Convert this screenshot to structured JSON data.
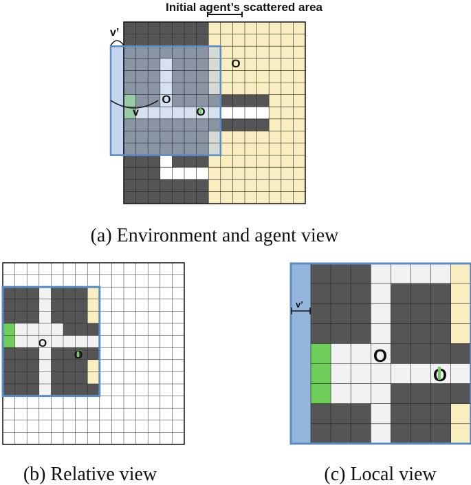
{
  "colors": {
    "wall": "#555555",
    "free": "#ffffff",
    "free_light": "#f2f2f2",
    "scatter": "#f8eec0",
    "agent": "#6fcd5a",
    "view_fill": "#b7cbe6",
    "view_border": "#5b8bc4",
    "vprime_strip": "#94b6dc",
    "grid_line": "#222222"
  },
  "panel_a": {
    "top_label": "Initial agent’s scattered area",
    "v_label": "v",
    "vprime_label": "v’",
    "object_glyph": "O",
    "caption": "(a) Environment and agent view"
  },
  "panel_b": {
    "object_glyph": "O",
    "caption": "(b) Relative view"
  },
  "panel_c": {
    "object_glyph": "O",
    "vprime_label": "v’",
    "caption": "(c) Local view"
  }
}
